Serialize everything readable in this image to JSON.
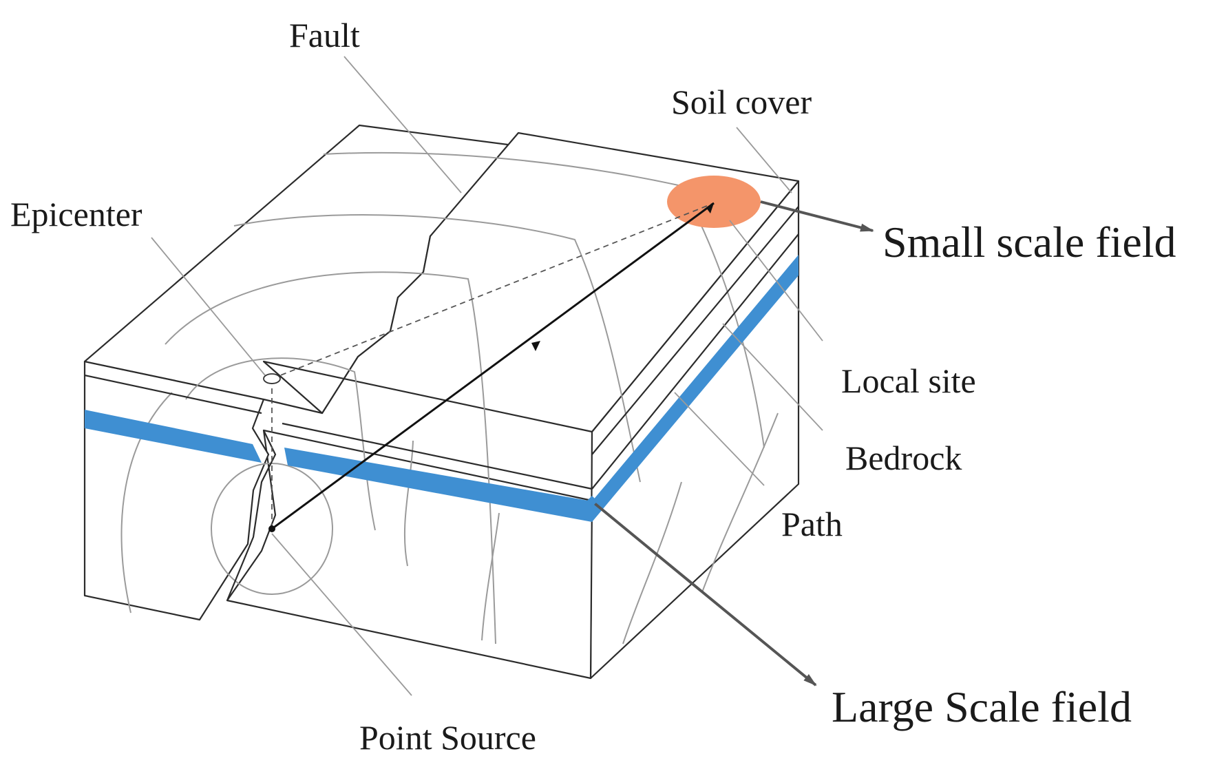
{
  "labels": {
    "fault": "Fault",
    "soil_cover": "Soil cover",
    "epicenter": "Epicenter",
    "small_scale_field": "Small scale field",
    "local_site": "Local site",
    "bedrock": "Bedrock",
    "path": "Path",
    "point_source": "Point Source",
    "large_scale_field": "Large Scale field"
  },
  "colors": {
    "bedrock_layer": "#3f8fd2",
    "local_site_zone": "#f4956a",
    "outline": "#2b2b2b",
    "wavefront": "#9a9a9a",
    "arrow": "#555555"
  }
}
